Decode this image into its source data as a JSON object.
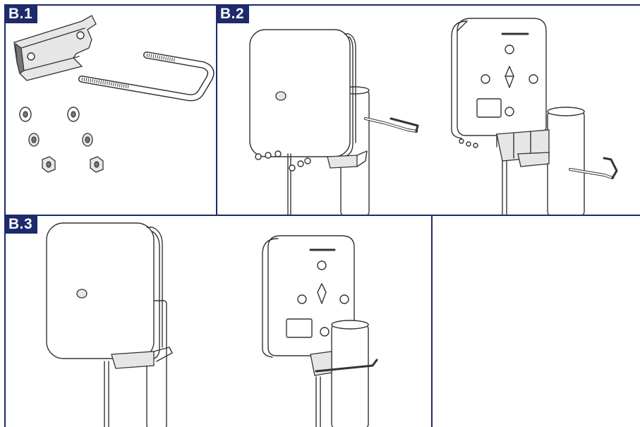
{
  "panels": [
    {
      "id": "B.1",
      "label": "B.1"
    },
    {
      "id": "B.2",
      "label": "B.2"
    },
    {
      "id": "B.3",
      "label": "B.3"
    }
  ],
  "colors": {
    "frame": "#1d2a6b",
    "label_bg": "#1d2a6b",
    "label_text": "#ffffff",
    "line": "#333333"
  }
}
